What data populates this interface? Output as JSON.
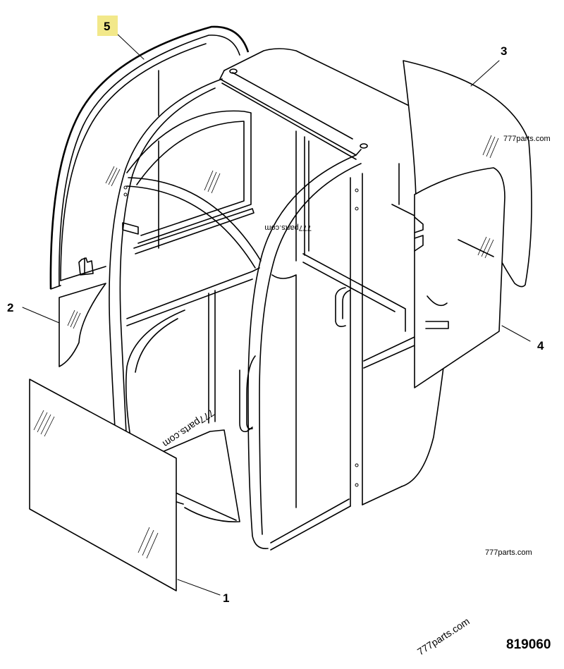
{
  "callouts": {
    "c1": "1",
    "c2": "2",
    "c3": "3",
    "c4": "4",
    "c5": "5"
  },
  "highlight_color": "#f2e88a",
  "watermarks": {
    "wm1": "777parts.com",
    "wm2": "777parts.com",
    "wm3": "777parts.com",
    "wm4": "777parts.com",
    "wm5": "777parts.com"
  },
  "drawing_number": "819060"
}
